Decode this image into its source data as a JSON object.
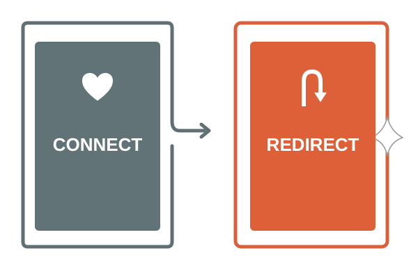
{
  "diagram": {
    "nodes": [
      {
        "id": "connect",
        "label": "CONNECT",
        "icon": "heart-icon",
        "color": "#627378",
        "frame_color": "#5f6f74"
      },
      {
        "id": "redirect",
        "label": "REDIRECT",
        "icon": "u-turn-arrow-icon",
        "color": "#dd6039",
        "frame_color": "#d9603b"
      }
    ],
    "edges": [
      {
        "from": "connect",
        "to": "redirect",
        "style": "arrow"
      }
    ]
  }
}
